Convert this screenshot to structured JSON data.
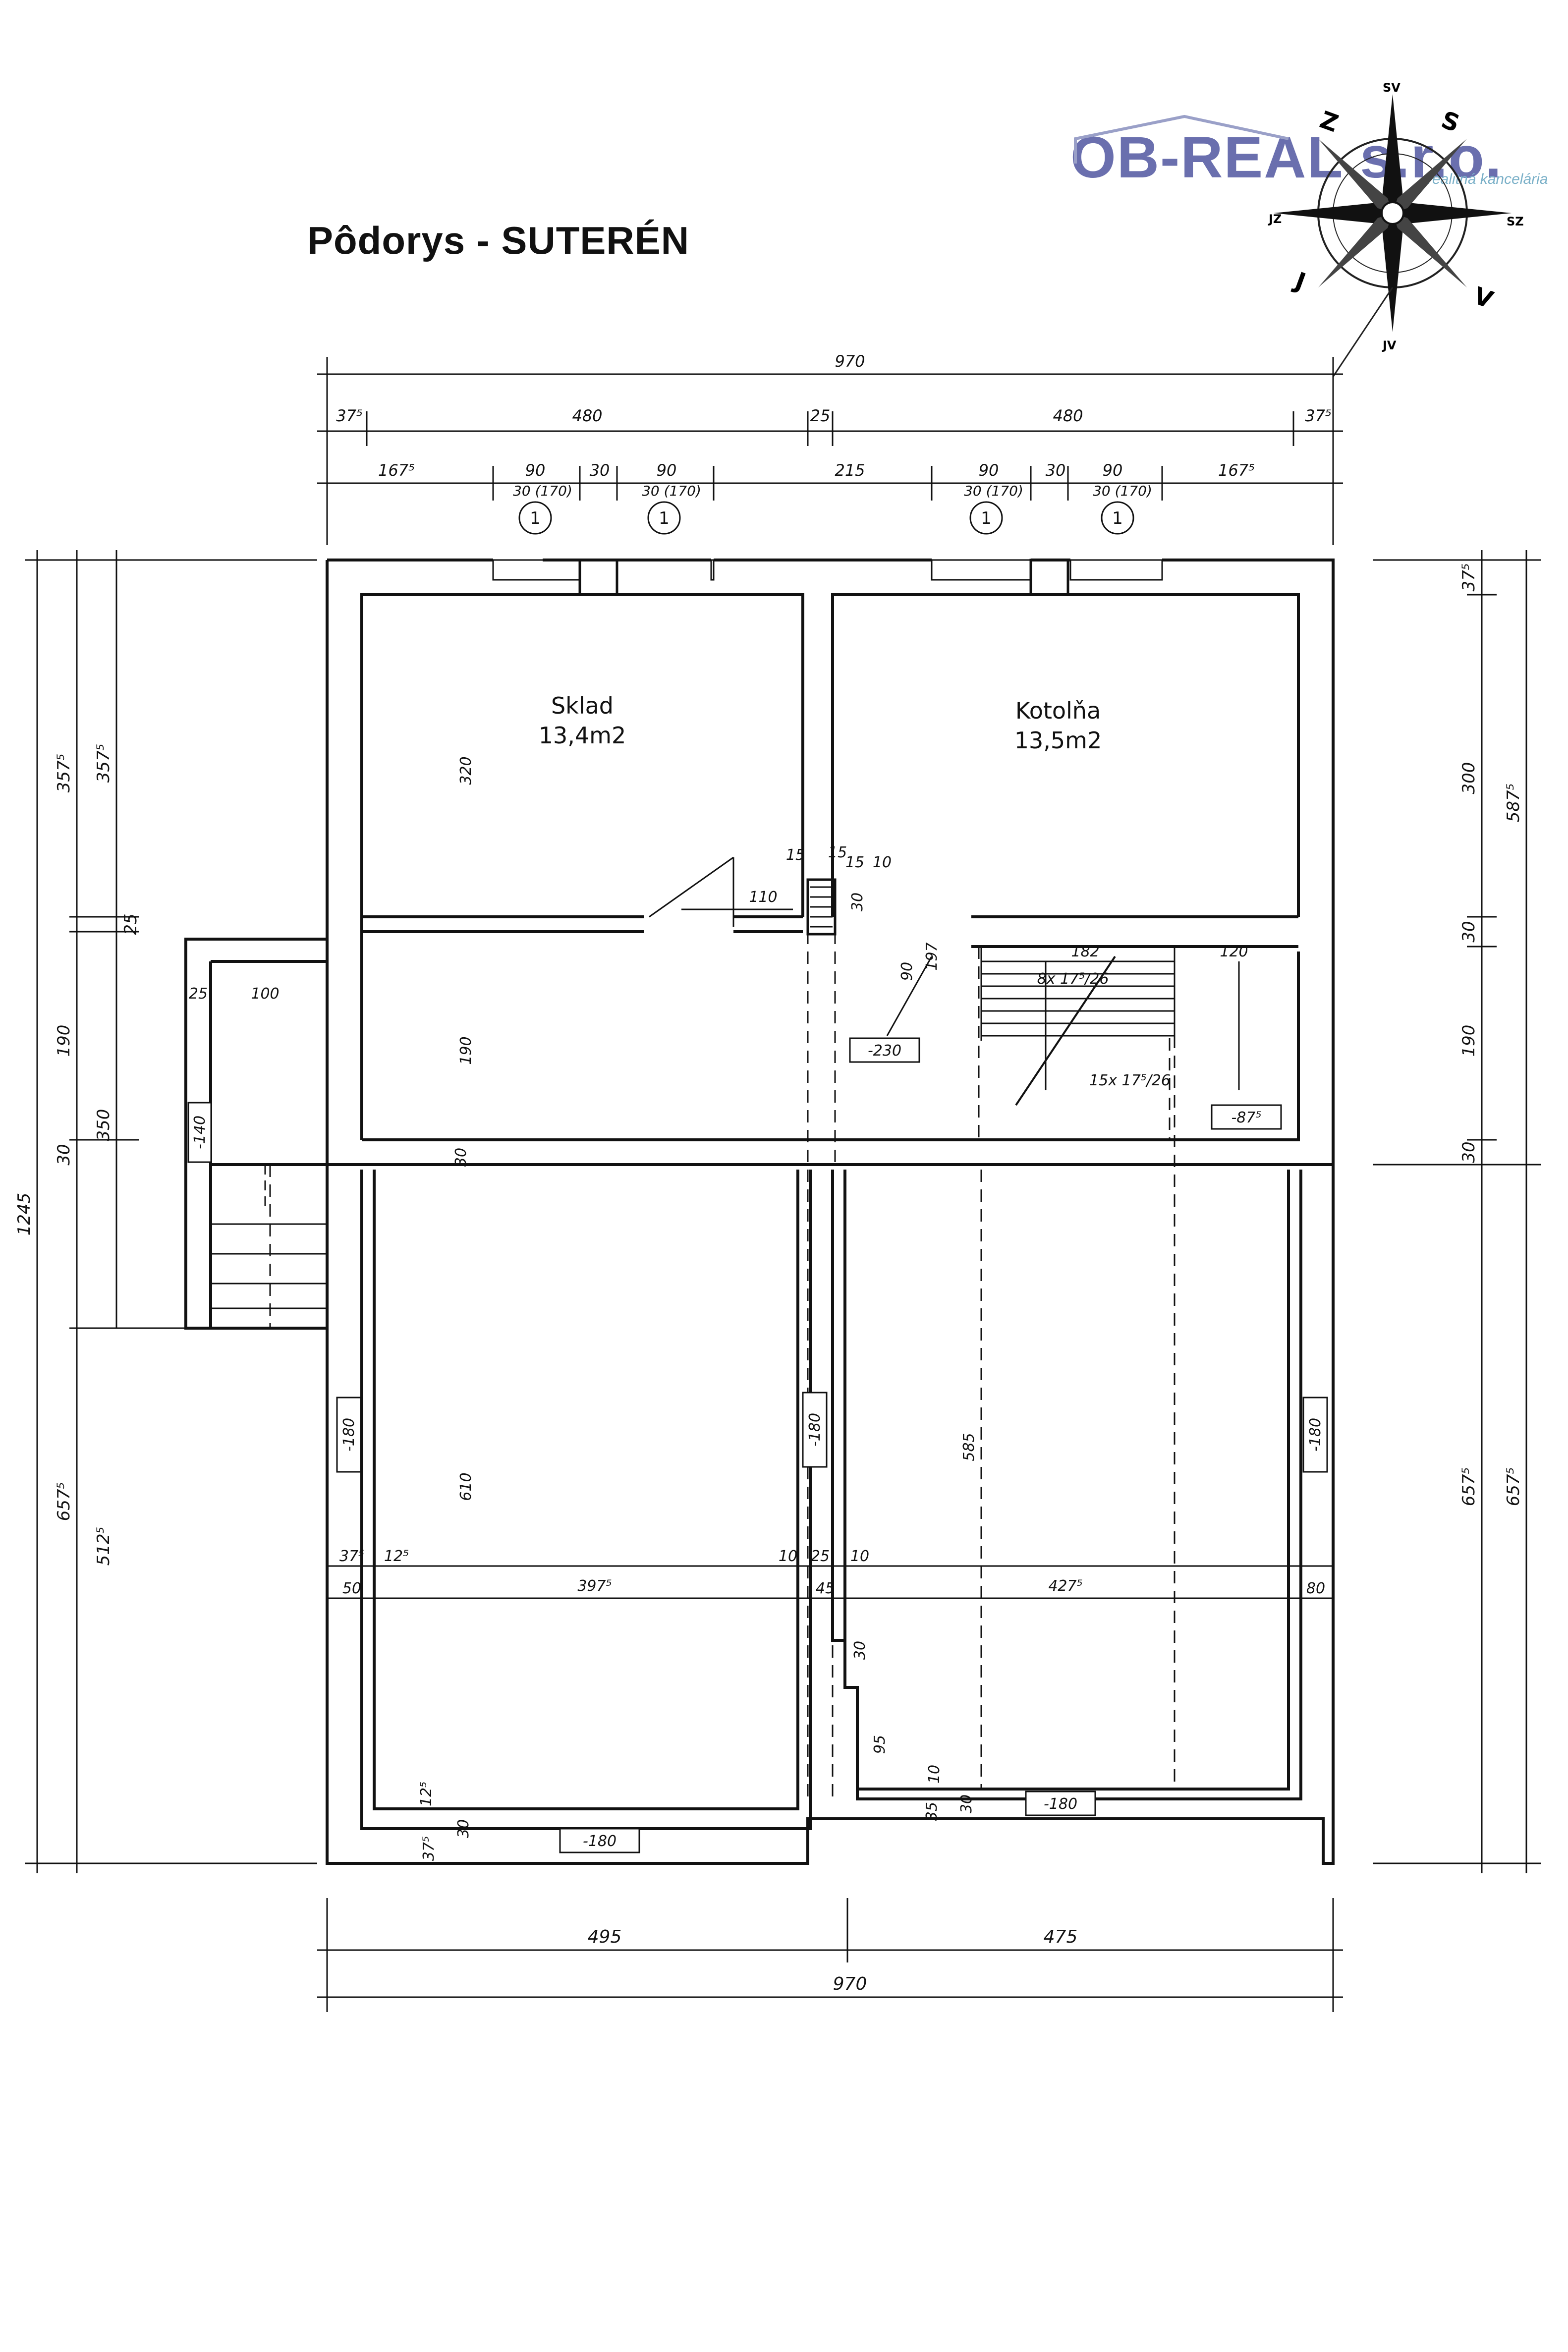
{
  "header": {
    "title": "Pôdorys - SUTERÉN",
    "logo_text": "OB-REAL s.r.o.",
    "logo_tagline": "realitná kancelária"
  },
  "compass": {
    "labels": [
      "S",
      "SV",
      "V",
      "JV",
      "J",
      "JZ",
      "Z",
      "SZ"
    ]
  },
  "rooms": [
    {
      "name": "Sklad",
      "area": "13,4m2"
    },
    {
      "name": "Kotolňa",
      "area": "13,5m2"
    }
  ],
  "windows": {
    "label": "1"
  },
  "dimensions": {
    "top_total": "970",
    "top_row2": [
      "37⁵",
      "480",
      "25",
      "480",
      "37⁵"
    ],
    "top_row3": [
      "167⁵",
      "90",
      "30",
      "90",
      "215",
      "90",
      "30",
      "90",
      "167⁵"
    ],
    "window_sills": [
      "30 (170)",
      "30 (170)",
      "30 (170)",
      "30 (170)"
    ],
    "bottom_row1": [
      "495",
      "475"
    ],
    "bottom_total": "970",
    "left_outer": "1245",
    "left_mid": [
      "357⁵",
      "657⁵"
    ],
    "left_inner": [
      "357⁵",
      "25",
      "190",
      "350",
      "30",
      "512⁵"
    ],
    "right_outer": [
      "587⁵",
      "657⁵"
    ],
    "right_inner": [
      "37⁵",
      "300",
      "30",
      "190",
      "30",
      "657⁵"
    ],
    "interior": [
      "320",
      "190",
      "610",
      "585",
      "397⁵",
      "427⁵",
      "30",
      "30",
      "12⁵",
      "37⁵",
      "50",
      "10",
      "25",
      "45",
      "10",
      "80",
      "110",
      "15",
      "15",
      "15",
      "10",
      "30",
      "90",
      "197",
      "182",
      "120",
      "100",
      "25",
      "12⁵",
      "37⁵",
      "30",
      "95",
      "10",
      "30",
      "35"
    ],
    "stairs_upper": "8x 17⁵/26",
    "stairs_lower": "15x 17⁵/26",
    "levels": [
      "-230",
      "-87⁵",
      "-140",
      "-180",
      "-180",
      "-180",
      "-180",
      "-180"
    ]
  }
}
